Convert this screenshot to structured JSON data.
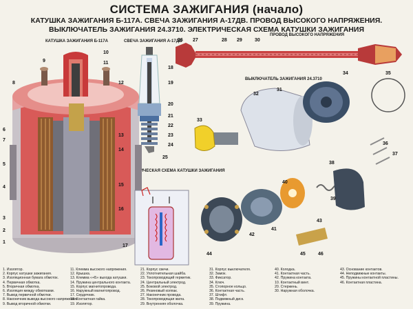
{
  "header": {
    "title": "СИСТЕМА ЗАЖИГАНИЯ (начало)",
    "subtitle_line1": "КАТУШКА ЗАЖИГАНИЯ Б-117А. СВЕЧА ЗАЖИГАНИЯ А-17ДВ. ПРОВОД ВЫСОКОГО НАПРЯЖЕНИЯ.",
    "subtitle_line2": "ВЫКЛЮЧАТЕЛЬ ЗАЖИГАНИЯ 24.3710. ЭЛЕКТРИЧЕСКАЯ СХЕМА КАТУШКИ ЗАЖИГАНИЯ"
  },
  "captions": {
    "coil": "КАТУШКА ЗАЖИГАНИЯ Б-117А",
    "plug": "СВЕЧА ЗАЖИГАНИЯ А-17ДВ",
    "wire": "ПРОВОД ВЫСОКОГО НАПРЯЖЕНИЯ",
    "switch": "ВЫКЛЮЧАТЕЛЬ ЗАЖИГАНИЯ 24.3710",
    "scheme": "ЭЛЕКТРИЧЕСКАЯ СХЕМА КАТУШКИ ЗАЖИГАНИЯ"
  },
  "numbers": {
    "n1": "1",
    "n2": "2",
    "n3": "3",
    "n4": "4",
    "n5": "5",
    "n6": "6",
    "n7": "7",
    "n8": "8",
    "n9": "9",
    "n10": "10",
    "n11": "11",
    "n12": "12",
    "n13": "13",
    "n14": "14",
    "n15": "15",
    "n16": "16",
    "n17": "17",
    "n18": "18",
    "n19": "19",
    "n20": "20",
    "n21": "21",
    "n22": "22",
    "n23": "23",
    "n24": "24",
    "n25": "25",
    "n26": "26",
    "n27": "27",
    "n28": "28",
    "n29": "29",
    "n30": "30",
    "n31": "31",
    "n32": "32",
    "n33": "33",
    "n34": "34",
    "n35": "35",
    "n36": "36",
    "n37": "37",
    "n38": "38",
    "n39": "39",
    "n40": "40",
    "n41": "41",
    "n42": "42",
    "n43": "43",
    "n44": "44",
    "n45": "45",
    "n46": "46"
  },
  "legend": {
    "col1": [
      "1. Изолятор.",
      "2. Корпус катушки зажигания.",
      "3. Изоляционная бумага обмоток.",
      "4. Первичная обмотка.",
      "5. Вторичная обмотка.",
      "6. Изоляция между обмотками.",
      "7. Вывод первичной обмотки.",
      "8. Наконечник вывода высокого напряжения.",
      "9. Вывод вторичной обмотки.",
      "10. Контактный винт."
    ],
    "col2": [
      "11. Клемма высокого напряжения.",
      "12. Крышка.",
      "13. Клемма «+Б» выхода катушки.",
      "14. Пружина центрального контакта.",
      "15. Корпус магнитопровода.",
      "16. Наружный магнитопровод.",
      "17. Сердечник.",
      "18. Контактная гайка.",
      "19. Изолятор.",
      "20. Стержень."
    ],
    "col3": [
      "21. Корпус свечи.",
      "22. Уплотнительная шайба.",
      "23. Токопроводящий герметик.",
      "24. Центральный электрод.",
      "25. Боковой электрод.",
      "26. Резиновый колпак.",
      "27. Наконечник провода.",
      "28. Токопроводящая жила.",
      "29. Внутренняя оболочка.",
      "30. Наружная оболочка."
    ],
    "col4": [
      "31. Корпус выключателя.",
      "32. Замок.",
      "33. Фиксатор.",
      "34. Ключ.",
      "35. Стопорное кольцо.",
      "36. Контактная часть.",
      "37. Штифт.",
      "38. Подвижный диск.",
      "39. Пружина.",
      "40. Колодка."
    ],
    "col5": [
      "41. Контактная часть.",
      "42. Пружина контакта.",
      "43. Основание контактов.",
      "44. Неподвижные контакты.",
      "45. Пружины контактной пластины.",
      "46. Контактная пластина."
    ]
  }
}
